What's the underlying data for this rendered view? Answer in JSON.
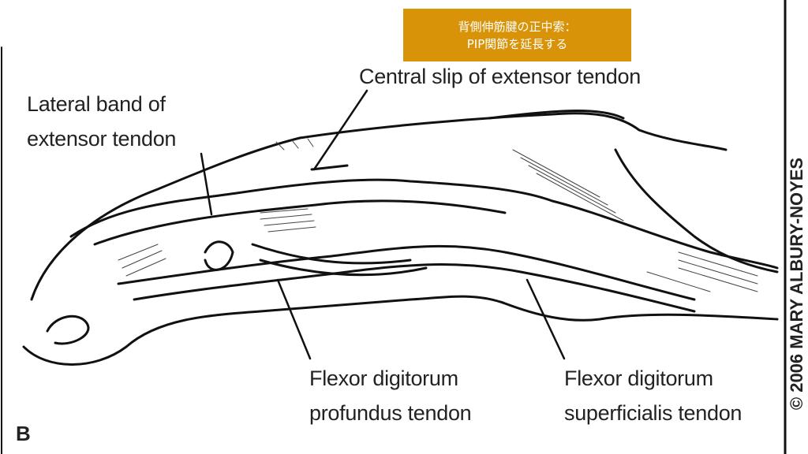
{
  "callout": {
    "line1": "背側伸筋腱の正中索：",
    "line2": "PIP関節を延長する",
    "color": "#d99308"
  },
  "labels": {
    "lateral_band_1": "Lateral band of",
    "lateral_band_2": "extensor tendon",
    "central_slip": "Central slip of extensor tendon",
    "fdp_1": "Flexor digitorum",
    "fdp_2": "profundus tendon",
    "fds_1": "Flexor digitorum",
    "fds_2": "superficialis tendon"
  },
  "panel_letter": "B",
  "credit": "© 2006 MARY ALBURY-NOYES"
}
